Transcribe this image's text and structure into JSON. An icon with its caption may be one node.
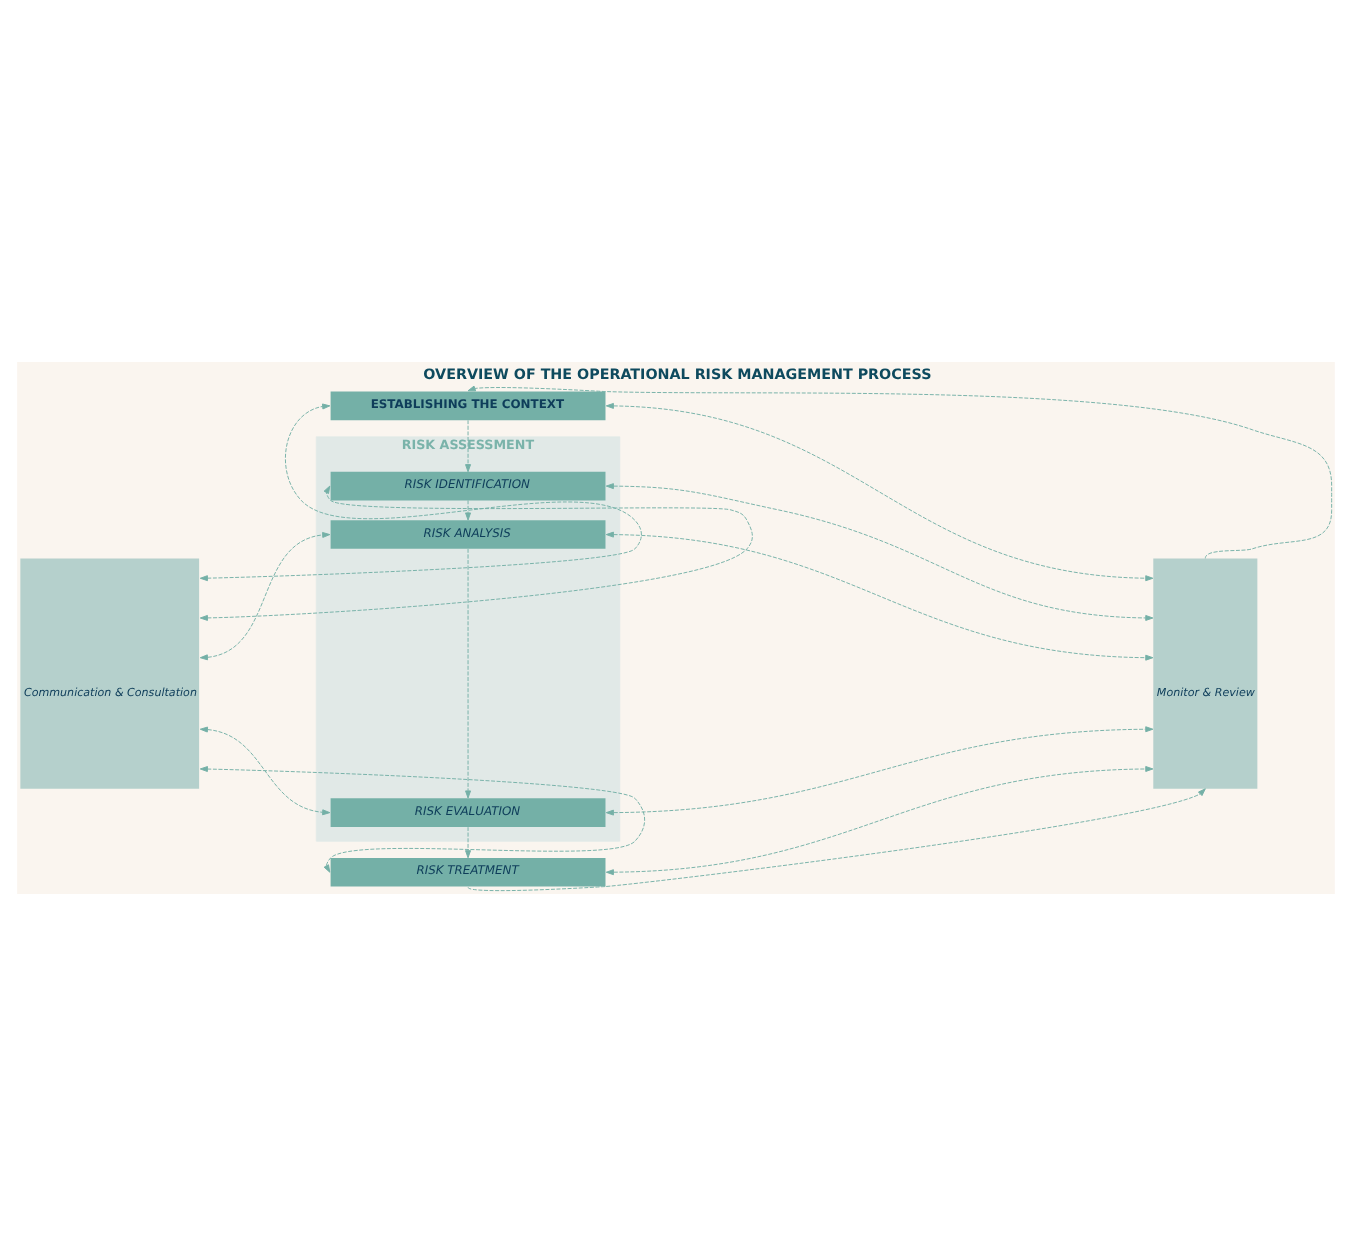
{
  "diagram": {
    "title": "OVERVIEW OF THE OPERATIONAL RISK MANAGEMENT PROCESS",
    "nodes": [
      {
        "text": [
          "Communication & Consultation"
        ]
      },
      {
        "text": [
          "ESTABLISHING THE CONTEXT"
        ]
      },
      {
        "text": [
          "RISK ASSESSMENT"
        ]
      },
      {
        "text": [
          "RISK IDENTIFICATION"
        ],
        "in": 2
      },
      {
        "text": [
          "RISK ANALYSIS"
        ],
        "in": 2
      },
      {
        "text": [
          "RISK EVALUATION"
        ],
        "in": 2
      },
      {
        "text": [
          "RISK TREATMENT"
        ]
      },
      {
        "text": [
          "Monitor & Review"
        ]
      }
    ],
    "edges": [
      {
        "from": 7,
        "to": 1,
        "arrow": "to",
        "style": "dashed"
      },
      {
        "from": 0,
        "to": 1,
        "arrow": "both",
        "style": "dashed"
      },
      {
        "from": 1,
        "to": 7,
        "arrow": "both",
        "style": "dashed"
      },
      {
        "from": 1,
        "to": 3,
        "arrow": "to",
        "style": "dashed"
      },
      {
        "from": 0,
        "to": 3,
        "arrow": "both",
        "style": "dashed"
      },
      {
        "from": 3,
        "to": 7,
        "arrow": "both",
        "style": "dashed"
      },
      {
        "from": 3,
        "to": 4,
        "arrow": "to",
        "style": "dashed"
      },
      {
        "from": 0,
        "to": 4,
        "arrow": "both",
        "style": "dashed"
      },
      {
        "from": 4,
        "to": 7,
        "arrow": "both",
        "style": "dashed"
      },
      {
        "from": 4,
        "to": 5,
        "arrow": "to",
        "style": "dashed"
      },
      {
        "from": 0,
        "to": 5,
        "arrow": "both",
        "style": "dashed"
      },
      {
        "from": 5,
        "to": 7,
        "arrow": "both",
        "style": "dashed"
      },
      {
        "from": 5,
        "to": 6,
        "arrow": "to",
        "style": "dashed"
      },
      {
        "from": 0,
        "to": 6,
        "arrow": "both",
        "style": "dashed"
      },
      {
        "from": 6,
        "to": 7,
        "arrow": "both",
        "style": "dashed"
      },
      {
        "from": 6,
        "to": 7,
        "arrow": "to",
        "style": "dashed"
      }
    ]
  }
}
